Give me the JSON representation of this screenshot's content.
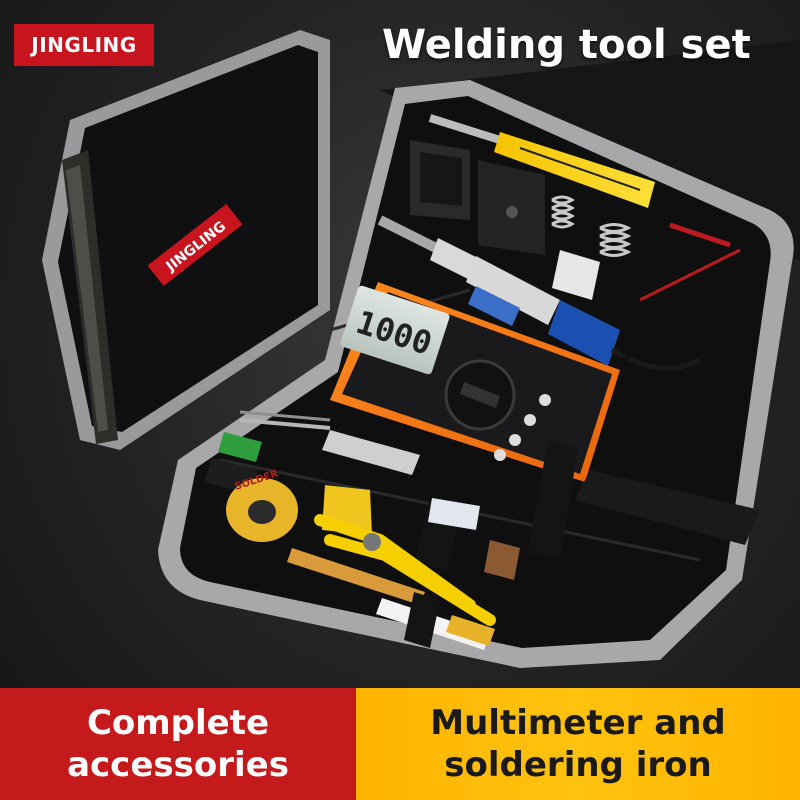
{
  "brand": {
    "name": "JINGLING",
    "color": "#c8141e"
  },
  "headline": "Welding tool set",
  "bag_logo": "JINGLING",
  "multimeter": {
    "display_reading": "1000"
  },
  "solder_label": "SOLDER",
  "banners": {
    "left": {
      "line1": "Complete",
      "line2": "accessories",
      "color": "#c41a1c"
    },
    "right": {
      "line1": "Multimeter and",
      "line2": "soldering iron",
      "color": "#ffb400"
    }
  },
  "icons": {
    "multimeter": "multimeter-icon",
    "soldering_iron": "soldering-iron-icon",
    "pliers": "pliers-icon"
  }
}
